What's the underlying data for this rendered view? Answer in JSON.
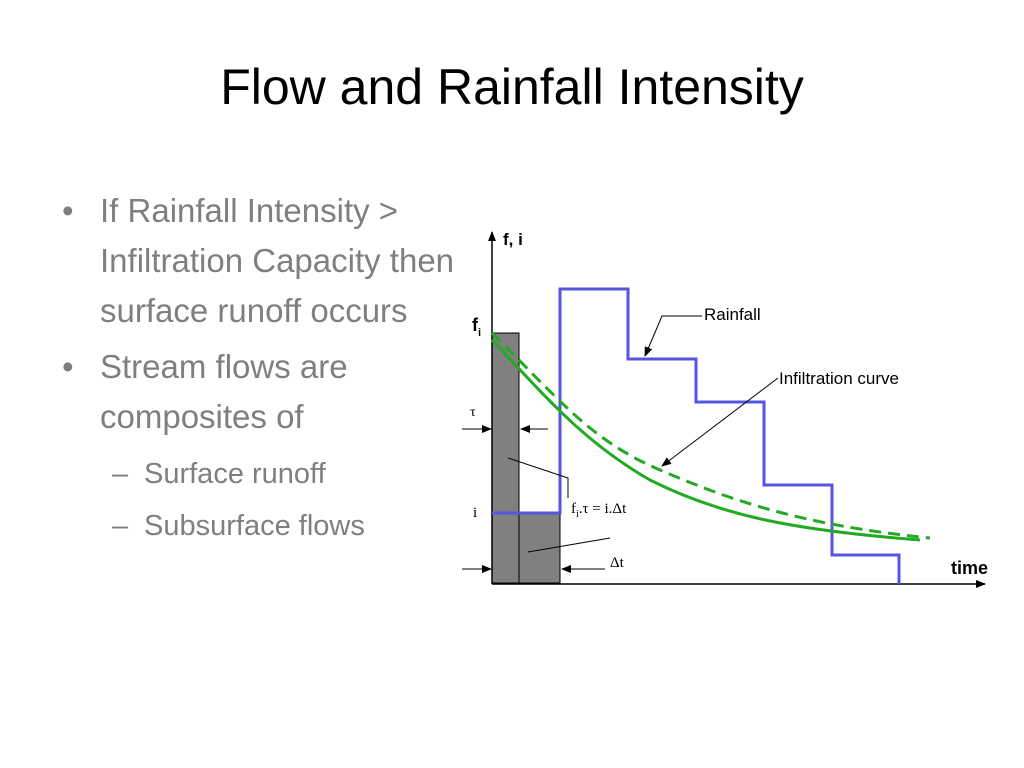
{
  "slide": {
    "title": "Flow and Rainfall Intensity",
    "bullets": [
      {
        "text": "If Rainfall Intensity > Infiltration Capacity then surface runoff occurs",
        "sub": []
      },
      {
        "text": "Stream flows are composites of",
        "sub": [
          "Surface runoff",
          "Subsurface flows"
        ]
      }
    ]
  },
  "diagram": {
    "y_axis_label": "f, i",
    "x_axis_label": "time",
    "fi_label": "f",
    "fi_sub": "i",
    "tau_label": "τ",
    "i_label": "i",
    "dt_label": "Δt",
    "equation": {
      "part1": "f",
      "part1_sub": "i",
      "part2": ".τ = i.Δt"
    },
    "callout_rainfall": "Rainfall",
    "callout_infiltration": "Infiltration curve",
    "colors": {
      "rainfall": "#5555e0",
      "infiltration": "#22aa22",
      "ponding_area": "#808080",
      "axes": "#000000"
    },
    "rainfall_steps_relative_intensity": [
      0.25,
      0.9,
      0.65,
      0.51,
      0.3,
      0.09
    ],
    "infiltration_curve_shape": "exponential decay from f_i toward constant rate",
    "infiltration_curves": [
      "solid",
      "dashed"
    ]
  }
}
